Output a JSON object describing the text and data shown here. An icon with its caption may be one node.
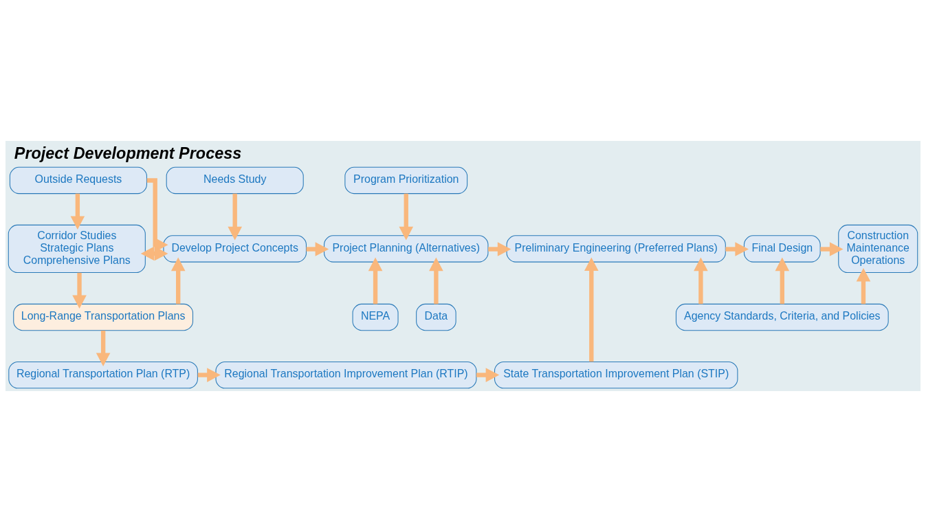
{
  "diagram": {
    "title": "Project Development Process",
    "nodes": [
      {
        "text": [
          "Needs Study"
        ]
      },
      {
        "text": [
          "Outside Requests"
        ]
      },
      {
        "text": [
          "Corridor Studies",
          "Strategic Plans",
          "Comprehensive Plans"
        ]
      },
      {
        "text": [
          "Develop Project Concepts"
        ]
      },
      {
        "text": [
          "Program Prioritization"
        ]
      },
      {
        "text": [
          "Project Planning (Alternatives)"
        ]
      },
      {
        "text": [
          "Preliminary Engineering (Preferred Plans)"
        ]
      },
      {
        "text": [
          "Final Design"
        ]
      },
      {
        "text": [
          "Construction",
          "Maintenance",
          "Operations"
        ]
      },
      {
        "text": [
          "Long-Range Transportation Plans"
        ]
      },
      {
        "text": [
          "Data"
        ]
      },
      {
        "text": [
          "NEPA"
        ]
      },
      {
        "text": [
          "Agency Standards, Criteria, and Policies"
        ]
      },
      {
        "text": [
          "Regional Transportation Plan (RTP)"
        ]
      },
      {
        "text": [
          "Regional Transportation Improvement Plan (RTIP)"
        ]
      },
      {
        "text": [
          "State Transportation Improvement Plan (STIP)"
        ]
      }
    ],
    "edges": [
      {
        "from": 0,
        "to": 3,
        "arrow": "to"
      },
      {
        "from": 1,
        "to": 3,
        "arrow": "to"
      },
      {
        "from": 1,
        "to": 2,
        "arrow": "to"
      },
      {
        "from": 2,
        "to": 3,
        "arrow": "both"
      },
      {
        "from": 2,
        "to": 9,
        "arrow": "to"
      },
      {
        "from": 9,
        "to": 3,
        "arrow": "to"
      },
      {
        "from": 9,
        "to": 13,
        "arrow": "to"
      },
      {
        "from": 3,
        "to": 5,
        "arrow": "to"
      },
      {
        "from": 4,
        "to": 5,
        "arrow": "to"
      },
      {
        "from": 5,
        "to": 6,
        "arrow": "to"
      },
      {
        "from": 6,
        "to": 7,
        "arrow": "to"
      },
      {
        "from": 7,
        "to": 8,
        "arrow": "to"
      },
      {
        "from": 10,
        "to": 5,
        "arrow": "to"
      },
      {
        "from": 11,
        "to": 5,
        "arrow": "to"
      },
      {
        "from": 12,
        "to": 6,
        "arrow": "to"
      },
      {
        "from": 12,
        "to": 7,
        "arrow": "to"
      },
      {
        "from": 12,
        "to": 8,
        "arrow": "to"
      },
      {
        "from": 13,
        "to": 14,
        "arrow": "to"
      },
      {
        "from": 14,
        "to": 15,
        "arrow": "to"
      },
      {
        "from": 15,
        "to": 6,
        "arrow": "to"
      }
    ]
  }
}
